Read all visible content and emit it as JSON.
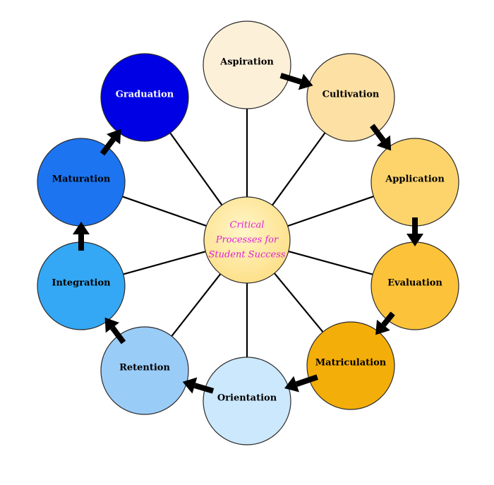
{
  "diagram": {
    "title": "Critical Processes for Student Success",
    "center": {
      "label_lines": [
        "Critical",
        "Processes for",
        "Student Success"
      ],
      "fill_inner": "#fff6c8",
      "fill_outer": "#fde08a",
      "text_color": "#e020d8"
    },
    "nodes": [
      {
        "id": "aspiration",
        "label": "Aspiration",
        "fill": "#fdf0d8",
        "text_color": "#000000"
      },
      {
        "id": "cultivation",
        "label": "Cultivation",
        "fill": "#fde0a4",
        "text_color": "#000000"
      },
      {
        "id": "application",
        "label": "Application",
        "fill": "#fdd46c",
        "text_color": "#000000"
      },
      {
        "id": "evaluation",
        "label": "Evaluation",
        "fill": "#fcc33a",
        "text_color": "#000000"
      },
      {
        "id": "matriculation",
        "label": "Matriculation",
        "fill": "#f4ae0a",
        "text_color": "#000000"
      },
      {
        "id": "orientation",
        "label": "Orientation",
        "fill": "#cce8fc",
        "text_color": "#000000"
      },
      {
        "id": "retention",
        "label": "Retention",
        "fill": "#9accf8",
        "text_color": "#000000"
      },
      {
        "id": "integration",
        "label": "Integration",
        "fill": "#34a8f4",
        "text_color": "#000000"
      },
      {
        "id": "maturation",
        "label": "Maturation",
        "fill": "#1c74f0",
        "text_color": "#000000"
      },
      {
        "id": "graduation",
        "label": "Graduation",
        "fill": "#0000e4",
        "text_color": "#ffffff"
      }
    ],
    "flow": [
      [
        "aspiration",
        "cultivation"
      ],
      [
        "cultivation",
        "application"
      ],
      [
        "application",
        "evaluation"
      ],
      [
        "evaluation",
        "matriculation"
      ],
      [
        "matriculation",
        "orientation"
      ],
      [
        "orientation",
        "retention"
      ],
      [
        "retention",
        "integration"
      ],
      [
        "integration",
        "maturation"
      ],
      [
        "maturation",
        "graduation"
      ]
    ]
  }
}
